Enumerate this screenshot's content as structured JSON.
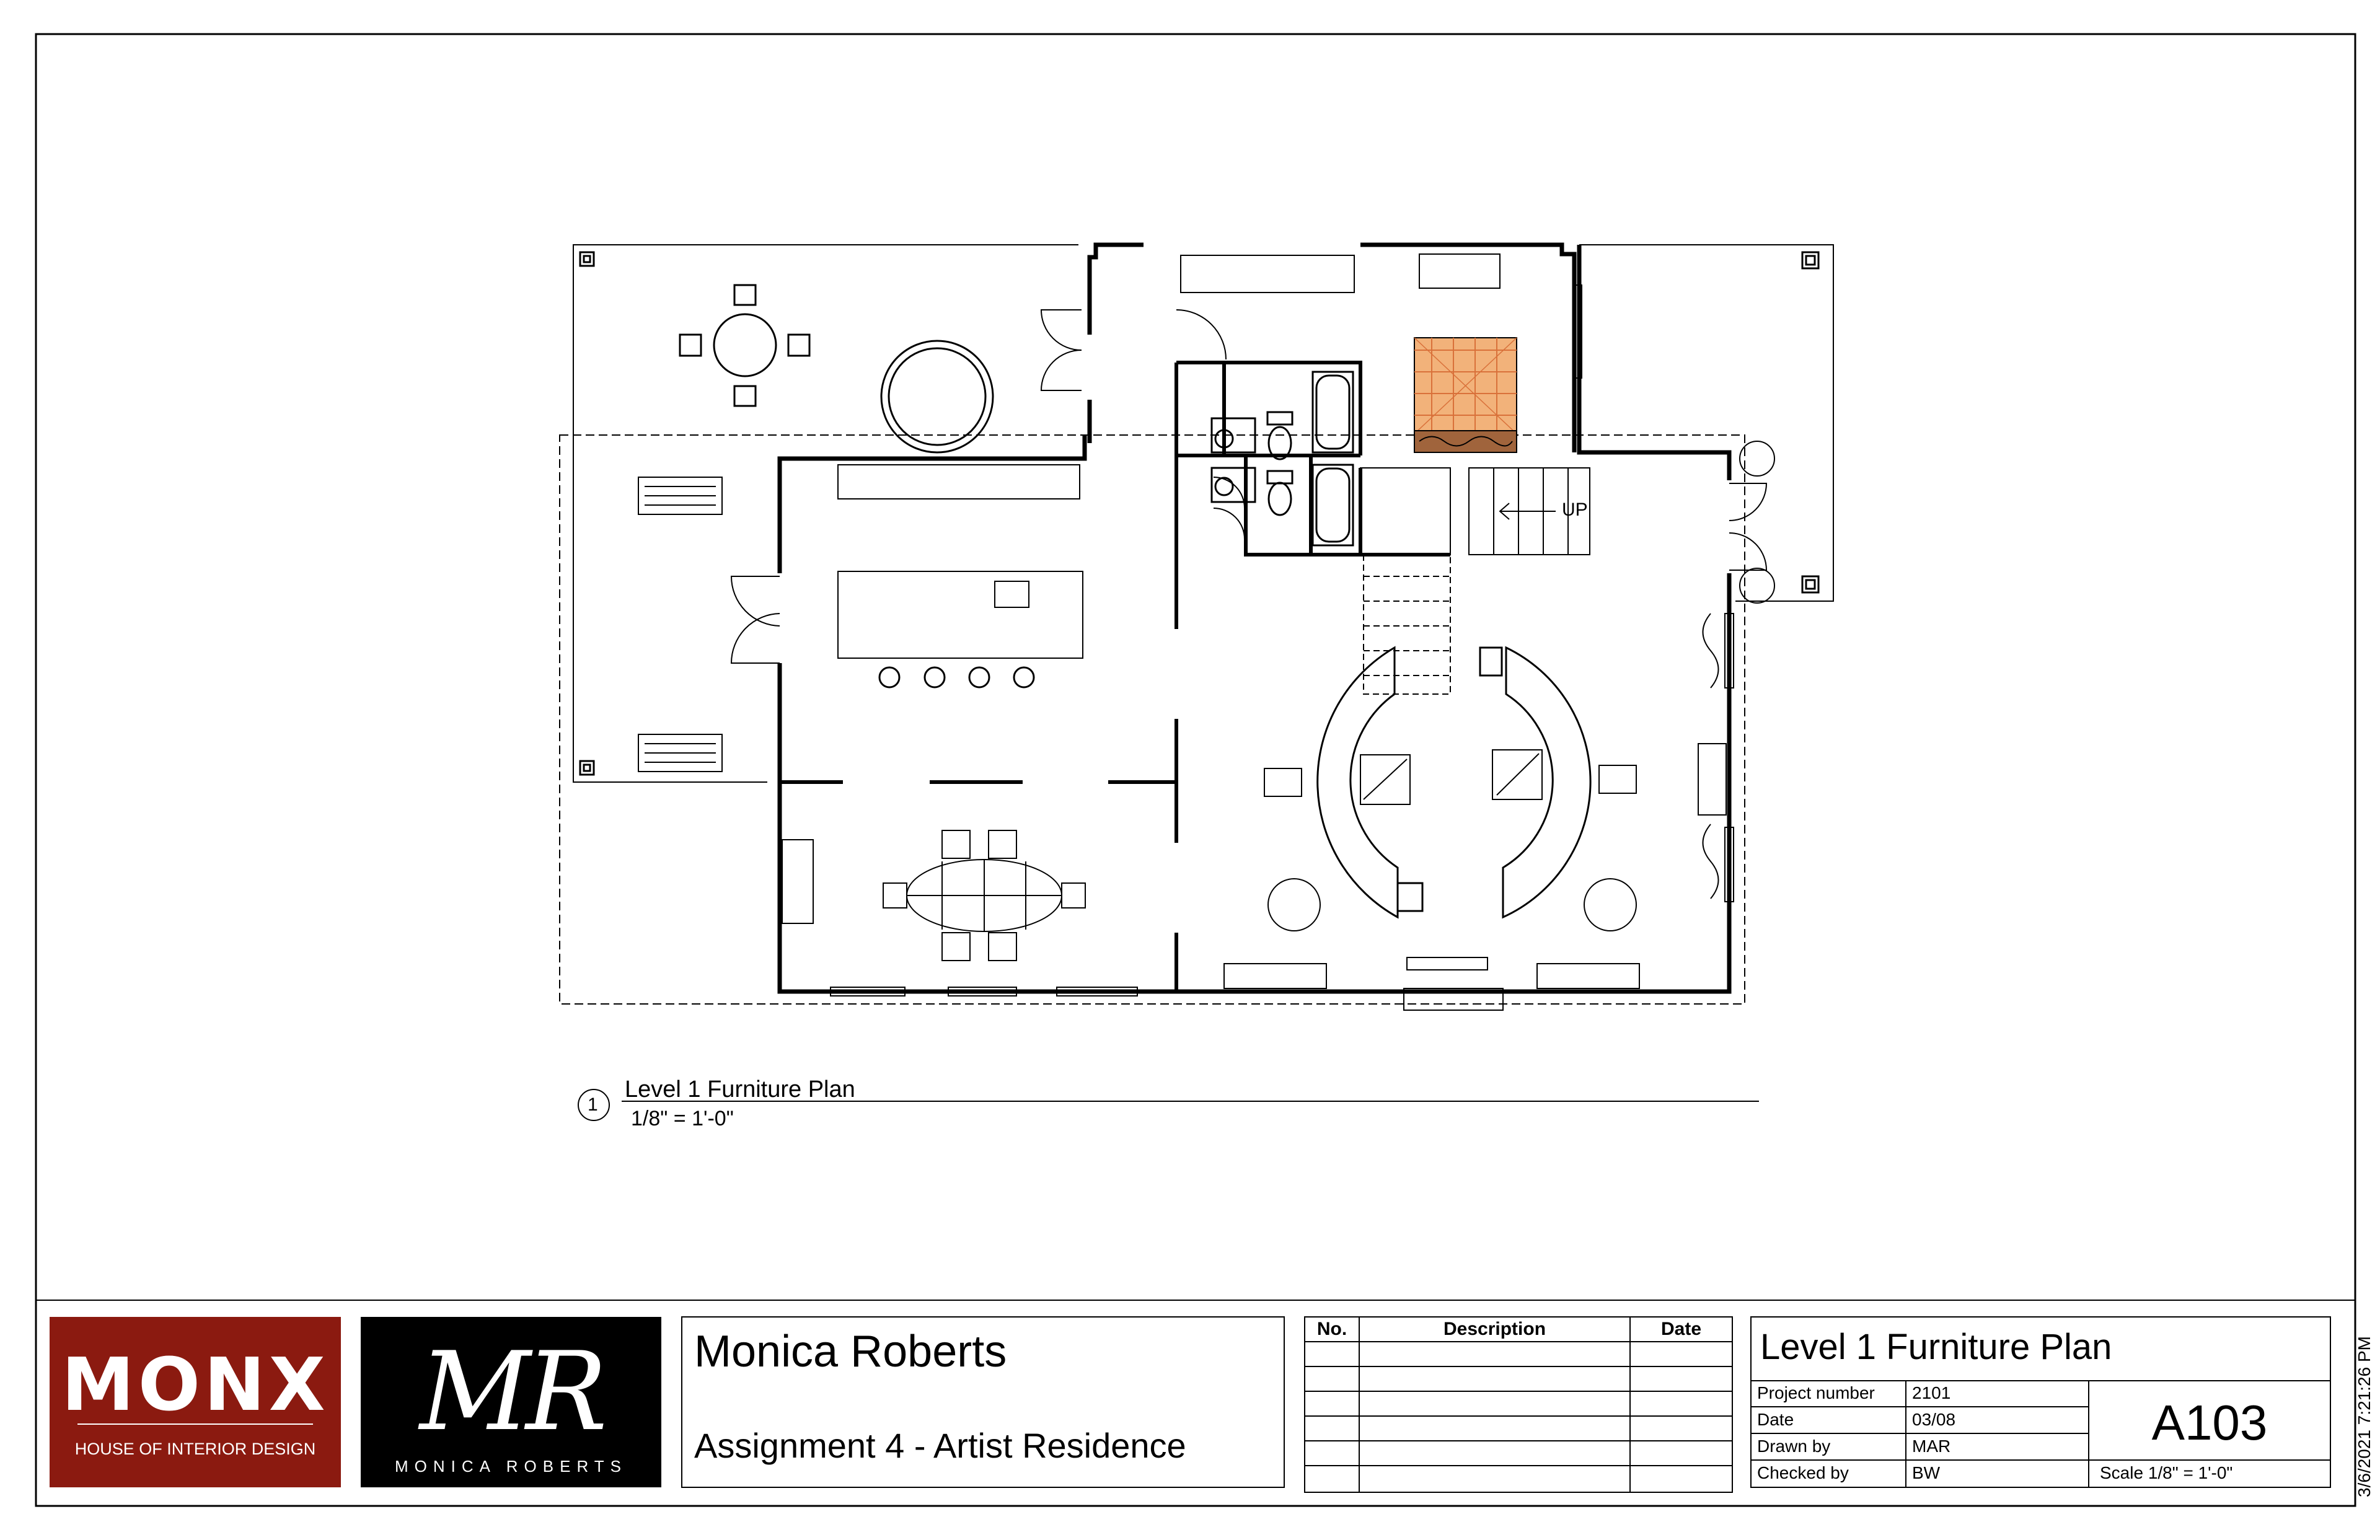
{
  "drawing": {
    "view_number": "1",
    "view_title": "Level 1 Furniture Plan",
    "view_scale": "1/8\" = 1'-0\"",
    "stair_label": "UP"
  },
  "logos": {
    "monx_wordmark": "MONX",
    "monx_tagline": "HOUSE OF INTERIOR DESIGN",
    "mr_monogram": "MR",
    "mr_name": "MONICA ROBERTS"
  },
  "title_block": {
    "designer": "Monica Roberts",
    "project": "Assignment 4 - Artist Residence",
    "revisions": {
      "headers": {
        "no": "No.",
        "description": "Description",
        "date": "Date"
      },
      "rows": 6
    },
    "sheet_name": "Level 1 Furniture Plan",
    "sheet_number": "A103",
    "fields": [
      {
        "label": "Project number",
        "value": "2101"
      },
      {
        "label": "Date",
        "value": "03/08"
      },
      {
        "label": "Drawn by",
        "value": "MAR"
      },
      {
        "label": "Checked by",
        "value": "BW"
      }
    ],
    "scale": "Scale  1/8\" = 1'-0\"",
    "print_timestamp": "3/6/2021 7:21:26 PM"
  },
  "colors": {
    "line": "#000000",
    "monx_red": "#8b1a10",
    "bed_orange": "#f2b27a",
    "bed_grid": "#d9713a",
    "pillow_brown": "#a0643c"
  }
}
